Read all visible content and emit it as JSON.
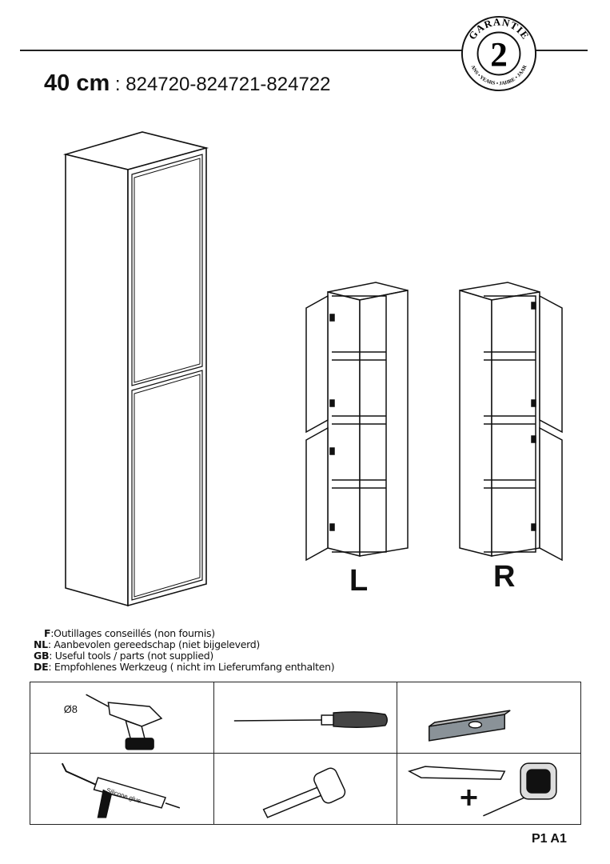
{
  "header": {
    "width_label": "40 cm",
    "separator": " : ",
    "references": "824720-824721-824722",
    "warranty_seal": {
      "top_text": "GARANTIE",
      "years": "2",
      "bottom_text": "ANS • YEARS • JAHRE • JAAR"
    }
  },
  "variants": {
    "left_label": "L",
    "right_label": "R"
  },
  "tools_info": [
    {
      "lang": "F",
      "text": ":Outillages conseillés (non fournis)"
    },
    {
      "lang": "NL",
      "text": ": Aanbevolen gereedschap (niet bijgeleverd)"
    },
    {
      "lang": "GB",
      "text": ": Useful tools / parts (not supplied)"
    },
    {
      "lang": "DE",
      "text": ": Empfohlenes Werkzeug ( nicht im Lieferumfang enthalten)"
    }
  ],
  "tools": {
    "drill_size": "Ø8",
    "silicone_label": "Silicone glue"
  },
  "footer": {
    "page_code": "P1 A1"
  }
}
